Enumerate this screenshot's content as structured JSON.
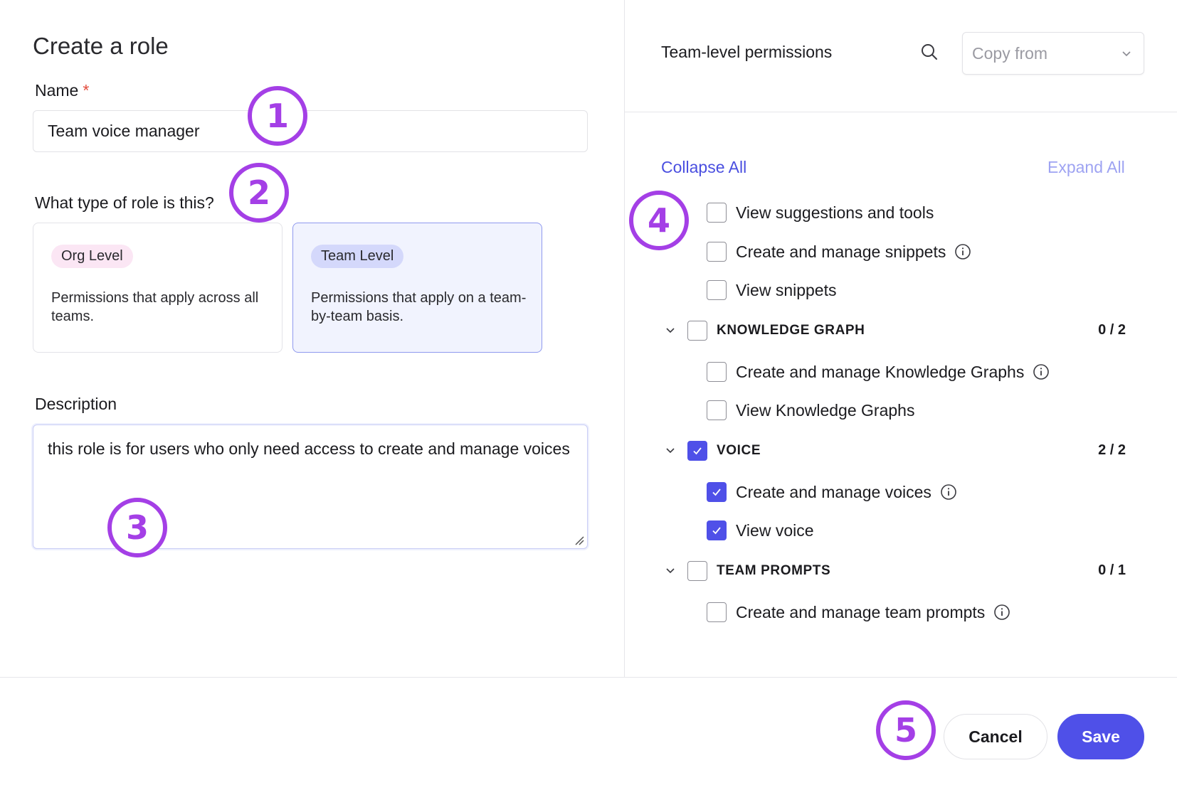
{
  "left": {
    "title": "Create a role",
    "name_label": "Name",
    "required_mark": "*",
    "name_value": "Team voice manager",
    "role_type_label": "What type of role is this?",
    "role_cards": [
      {
        "pill": "Org Level",
        "desc": "Permissions that apply across all teams.",
        "selected": false
      },
      {
        "pill": "Team Level",
        "desc": "Permissions that apply on a team-by-team basis.",
        "selected": true
      }
    ],
    "description_label": "Description",
    "description_value": "this role is for users who only need access to create and manage voices"
  },
  "right": {
    "title": "Team-level permissions",
    "copy_from_placeholder": "Copy from",
    "collapse_all": "Collapse All",
    "expand_all": "Expand All",
    "items": [
      {
        "label": "View suggestions and tools",
        "checked": false
      },
      {
        "label": "Create and manage snippets",
        "checked": false
      },
      {
        "label": "View snippets",
        "checked": false
      }
    ],
    "groups": [
      {
        "name": "KNOWLEDGE GRAPH",
        "count": "0 / 2",
        "checked": false,
        "items": [
          {
            "label": "Create and manage Knowledge Graphs",
            "checked": false
          },
          {
            "label": "View Knowledge Graphs",
            "checked": false
          }
        ]
      },
      {
        "name": "VOICE",
        "count": "2 / 2",
        "checked": true,
        "items": [
          {
            "label": "Create and manage voices",
            "checked": true
          },
          {
            "label": "View voice",
            "checked": true
          }
        ]
      },
      {
        "name": "TEAM PROMPTS",
        "count": "0 / 1",
        "checked": false,
        "items": [
          {
            "label": "Create and manage team prompts",
            "checked": false
          }
        ]
      }
    ]
  },
  "footer": {
    "cancel_label": "Cancel",
    "save_label": "Save"
  },
  "annotations": [
    "1",
    "2",
    "3",
    "4",
    "5"
  ],
  "colors": {
    "accent": "#4f50e8",
    "annotation": "#a43fe6",
    "required": "#e24b3c",
    "org_pill": "#fbe6f4",
    "team_pill": "#d4d8fb"
  }
}
